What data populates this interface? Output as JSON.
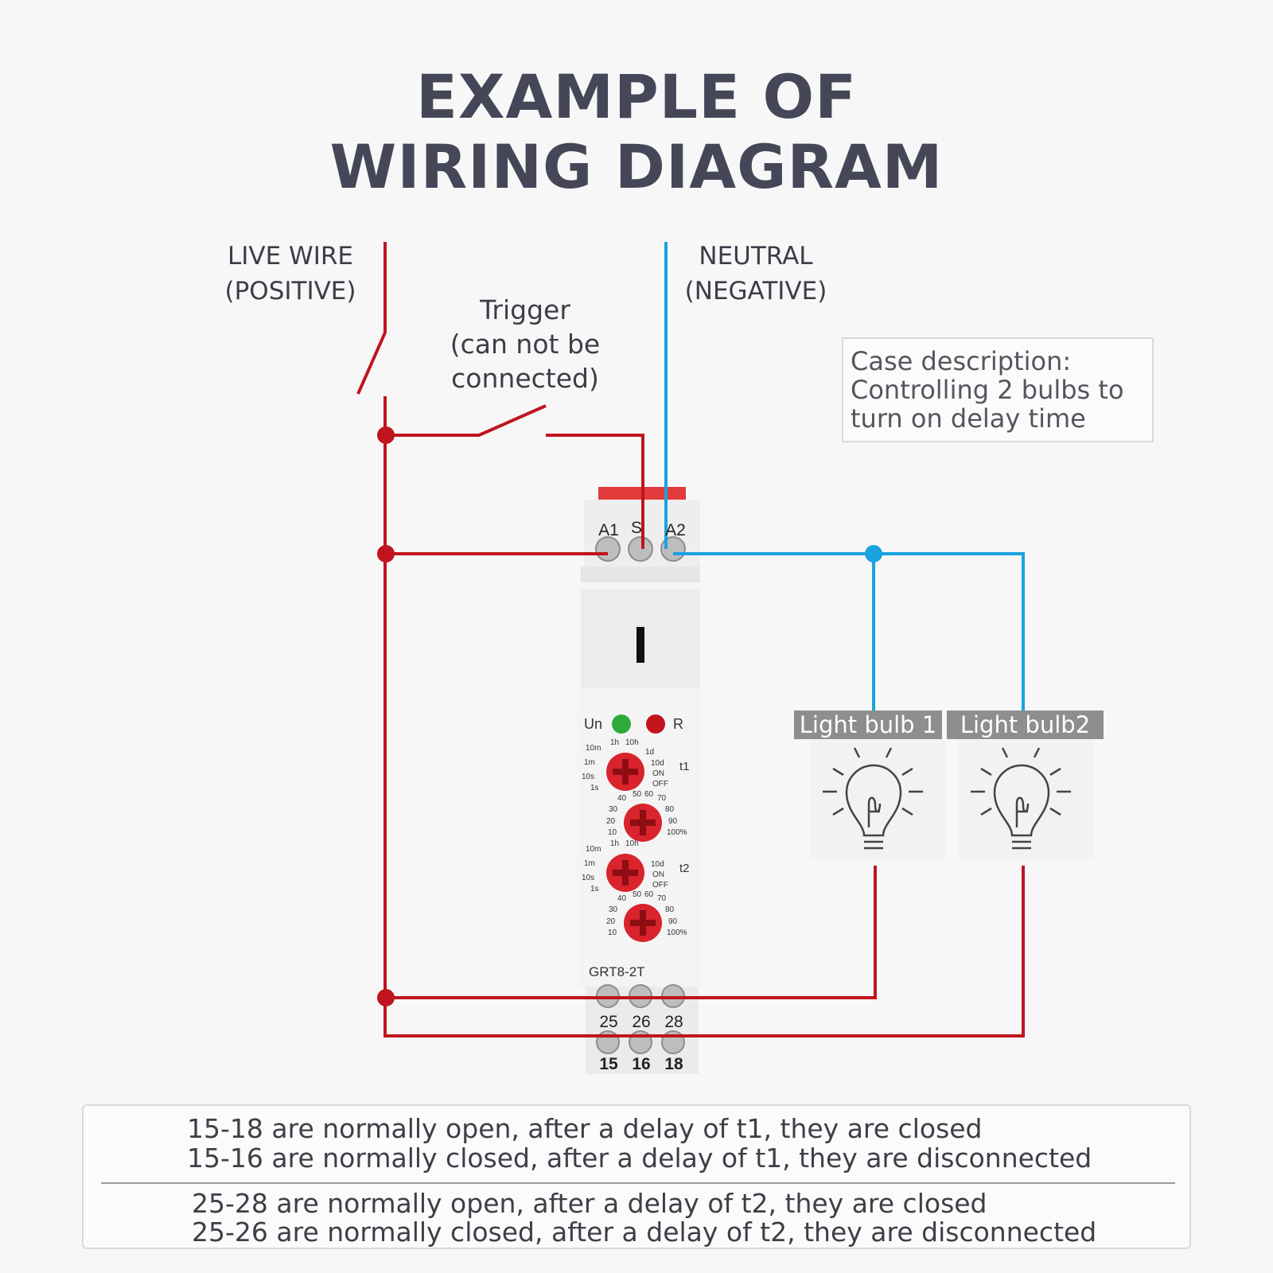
{
  "title": {
    "line1": "EXAMPLE OF",
    "line2": "WIRING DIAGRAM"
  },
  "labels": {
    "live_line1": "LIVE WIRE",
    "live_line2": "(POSITIVE)",
    "neutral_line1": "NEUTRAL",
    "neutral_line2": "(NEGATIVE)",
    "trigger_line1": "Trigger",
    "trigger_line2": "(can not be",
    "trigger_line3": "connected)"
  },
  "case_box": {
    "line1": "Case description:",
    "line2": "Controlling 2 bulbs to",
    "line3": "turn on delay time"
  },
  "device": {
    "model": "GRT8-2T",
    "top_terminals": [
      "A1",
      "S",
      "A2"
    ],
    "bottom_terminals_row1": [
      "25",
      "26",
      "28"
    ],
    "bottom_terminals_row2": [
      "15",
      "16",
      "18"
    ],
    "indicator_un": "Un",
    "indicator_r": "R",
    "dial_t1": "t1",
    "dial_t2": "t2",
    "time_scale_left": [
      "10m",
      "1m",
      "10s",
      "1s"
    ],
    "time_scale_top": [
      "1h",
      "10h"
    ],
    "time_scale_right": [
      "1d",
      "10d",
      "ON",
      "OFF"
    ],
    "percent_scale": [
      "40",
      "50",
      "60",
      "70",
      "80",
      "90",
      "100%",
      "30",
      "20",
      "10"
    ]
  },
  "bulbs": {
    "bulb1": "Light bulb 1",
    "bulb2": "Light bulb2"
  },
  "description": {
    "line1": "15-18 are normally open, after a delay of t1, they are closed",
    "line2": "15-16 are normally closed, after a delay of t1, they are disconnected",
    "line3": "25-28 are normally open, after a delay of t2, they are closed",
    "line4": "25-26 are normally closed, after a delay of t2, they are disconnected"
  },
  "colors": {
    "live": "#c0141e",
    "neutral": "#1aa3e0",
    "title": "#454758",
    "knob": "#d9232d",
    "led_green": "#2faa3a",
    "led_red": "#c4141c"
  }
}
